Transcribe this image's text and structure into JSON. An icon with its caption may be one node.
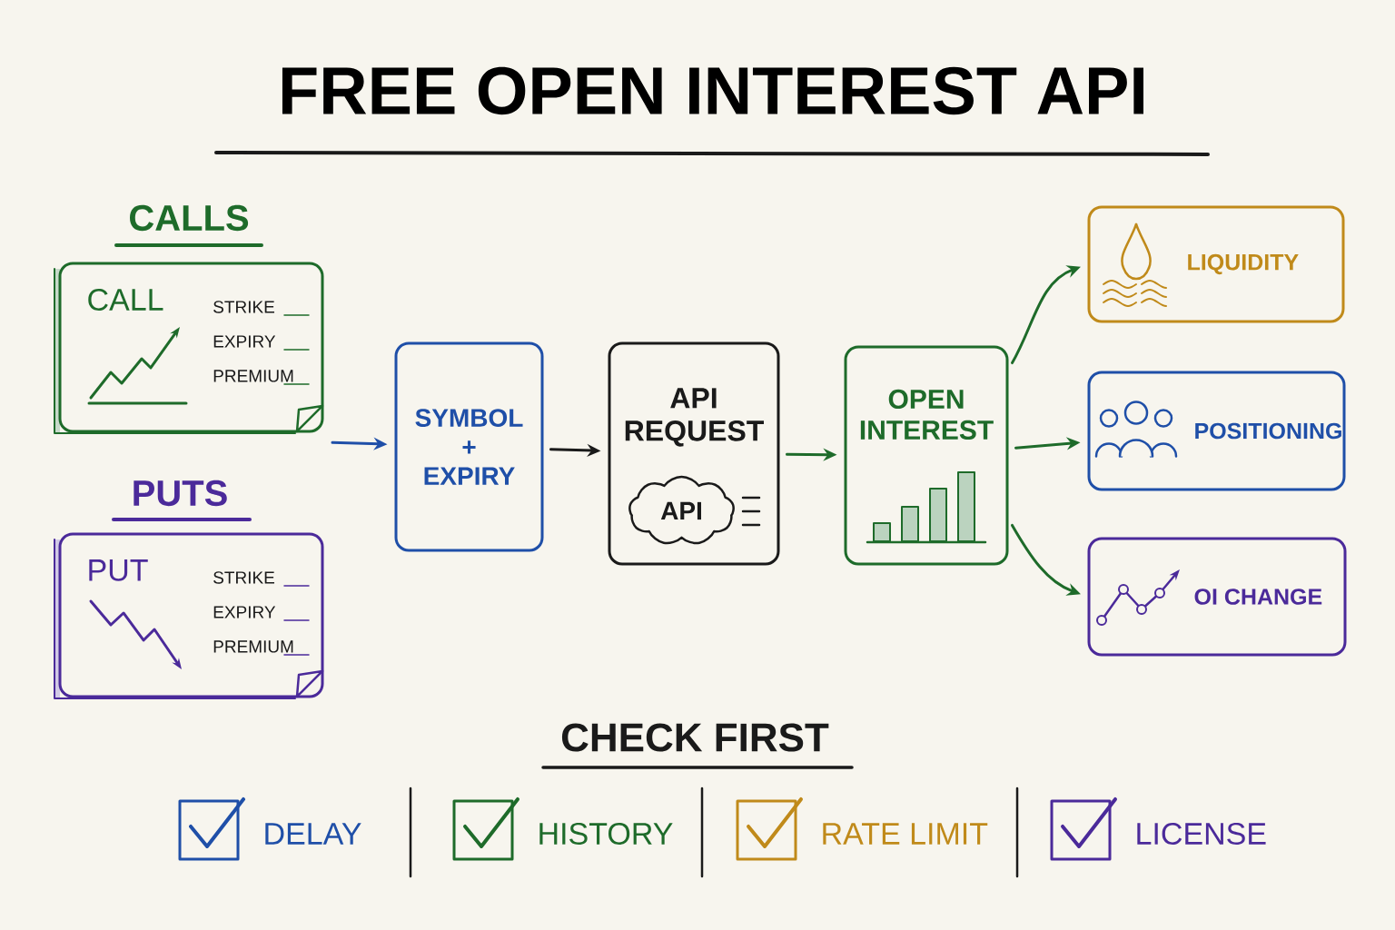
{
  "diagram": {
    "title": "FREE OPEN INTEREST API",
    "nodes": [
      {
        "text": [
          "CALLS",
          "CALL",
          "STRIKE",
          "EXPIRY",
          "PREMIUM"
        ]
      },
      {
        "text": [
          "PUTS",
          "PUT",
          "STRIKE",
          "EXPIRY",
          "PREMIUM"
        ]
      },
      {
        "text": [
          "SYMBOL + EXPIRY"
        ]
      },
      {
        "text": [
          "API REQUEST"
        ]
      },
      {
        "text": [
          "API"
        ],
        "in": 3
      },
      {
        "text": [
          "OPEN INTEREST"
        ]
      },
      {
        "text": [
          "LIQUIDITY"
        ]
      },
      {
        "text": [
          "POSITIONING"
        ]
      },
      {
        "text": [
          "OI CHANGE"
        ]
      }
    ],
    "edges": [
      {
        "from": null,
        "to": 2,
        "arrow": "to",
        "color": "#1f4fa8"
      },
      {
        "from": 2,
        "to": 3,
        "arrow": "to",
        "color": "#1a1a1a"
      },
      {
        "from": 3,
        "to": 5,
        "arrow": "to"
      },
      {
        "from": 5,
        "to": 6,
        "arrow": "to"
      },
      {
        "from": 5,
        "to": 7,
        "arrow": "to"
      },
      {
        "from": 5,
        "to": 8,
        "arrow": "to"
      }
    ],
    "labels": [
      "CHECK FIRST",
      "DELAY",
      "HISTORY",
      "RATE LIMIT",
      "LICENSE"
    ]
  }
}
